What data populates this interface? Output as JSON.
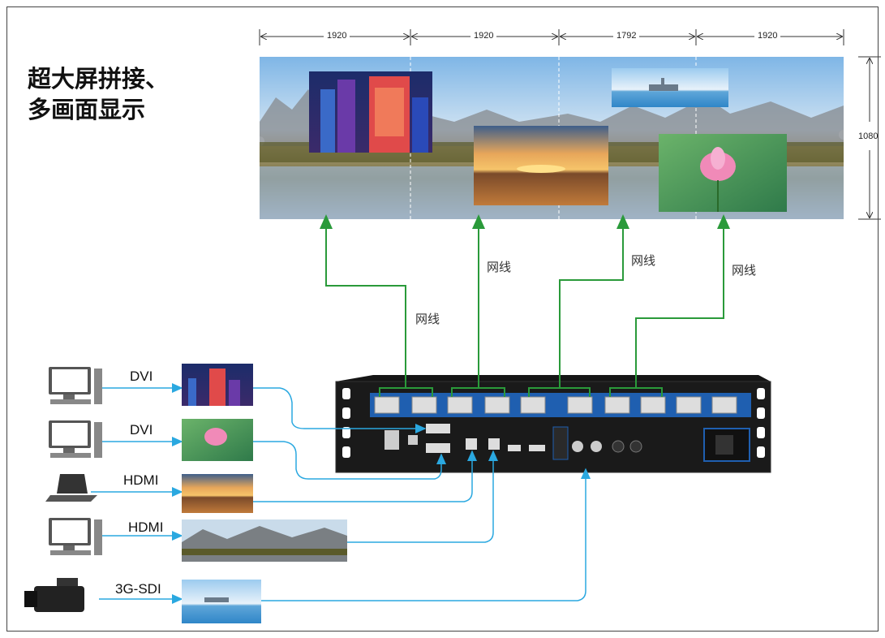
{
  "title_lines": [
    "超大屏拼接、",
    "多画面显示"
  ],
  "screen_widths": [
    "1920",
    "1920",
    "1792",
    "1920"
  ],
  "screen_height": "1080",
  "cable_label": "网线",
  "cable_labels": [
    "网线",
    "网线",
    "网线",
    "网线"
  ],
  "sources": [
    {
      "device": "desktop-pc",
      "interface": "DVI",
      "image": "city-skyline"
    },
    {
      "device": "desktop-pc",
      "interface": "DVI",
      "image": "lotus-flower"
    },
    {
      "device": "laptop",
      "interface": "HDMI",
      "image": "sunset-lake"
    },
    {
      "device": "desktop-pc",
      "interface": "HDMI",
      "image": "mountain-panorama"
    },
    {
      "device": "video-camera",
      "interface": "3G-SDI",
      "image": "island-castle"
    }
  ],
  "colors": {
    "network_cable": "#2a9a3a",
    "video_cable": "#2aa8e0",
    "device_body": "#1a1a1a",
    "port_strip": "#1f5fb0"
  }
}
